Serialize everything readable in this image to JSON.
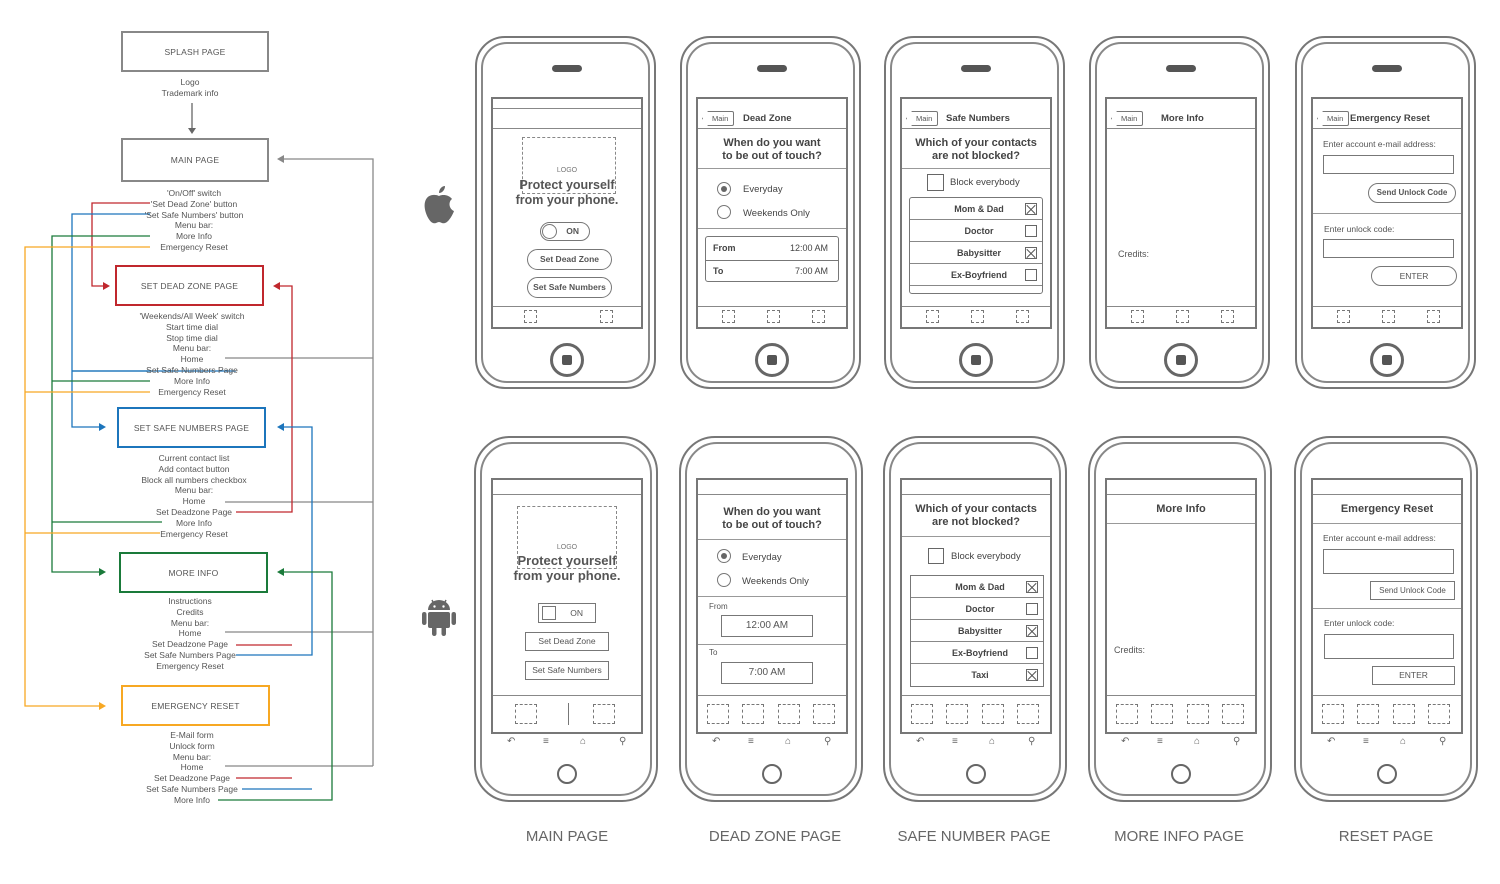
{
  "flow": {
    "splash": {
      "title": "SPLASH PAGE",
      "notes": [
        "Logo",
        "Trademark info"
      ]
    },
    "main": {
      "title": "MAIN PAGE",
      "notes": [
        "'On/Off' switch",
        "'Set Dead Zone' button",
        "'Set Safe Numbers' button",
        "Menu bar:",
        "More Info",
        "Emergency Reset"
      ]
    },
    "deadzone": {
      "title": "SET DEAD ZONE PAGE",
      "notes": [
        "'Weekends/All Week' switch",
        "Start time dial",
        "Stop time dial",
        "Menu bar:",
        "Home",
        "Set Safe Numbers Page",
        "More Info",
        "Emergency Reset"
      ]
    },
    "safenumbers": {
      "title": "SET SAFE NUMBERS PAGE",
      "notes": [
        "Current contact list",
        "Add contact button",
        "Block all numbers checkbox",
        "Menu bar:",
        "Home",
        "Set Deadzone Page",
        "More Info",
        "Emergency Reset"
      ]
    },
    "moreinfo": {
      "title": "MORE INFO",
      "notes": [
        "Instructions",
        "Credits",
        "Menu bar:",
        "Home",
        "Set Deadzone Page",
        "Set Safe Numbers Page",
        "Emergency Reset"
      ]
    },
    "emergency": {
      "title": "EMERGENCY RESET",
      "notes": [
        "E-Mail form",
        "Unlock form",
        "Menu bar:",
        "Home",
        "Set Deadzone Page",
        "Set Safe Numbers Page",
        "More Info"
      ]
    },
    "colors": {
      "red": "#c0272d",
      "blue": "#1c75bc",
      "green": "#1a7a3a",
      "orange": "#f7a823",
      "gray": "#888888"
    }
  },
  "platform_icons": {
    "ios": "apple-icon",
    "android": "android-icon"
  },
  "screens": {
    "main": {
      "logo": "LOGO",
      "protect_line1": "Protect yourself",
      "protect_line2": "from your phone.",
      "switch_label": "ON",
      "dead_zone_button": "Set Dead Zone",
      "safe_numbers_button": "Set Safe Numbers"
    },
    "deadzone": {
      "back": "Main",
      "title": "Dead Zone",
      "question_line1": "When do you want",
      "question_line2": "to be out of touch?",
      "option_everyday": "Everyday",
      "option_weekends": "Weekends Only",
      "from_label": "From",
      "from_time": "12:00 AM",
      "to_label": "To",
      "to_time": "7:00 AM"
    },
    "safe": {
      "back": "Main",
      "title": "Safe Numbers",
      "question_line1": "Which of your contacts",
      "question_line2": "are not blocked?",
      "block_all": "Block everybody",
      "ios_contacts": [
        {
          "name": "Mom & Dad",
          "checked": true
        },
        {
          "name": "Doctor",
          "checked": false
        },
        {
          "name": "Babysitter",
          "checked": true
        },
        {
          "name": "Ex-Boyfriend",
          "checked": false
        }
      ],
      "android_contacts": [
        {
          "name": "Mom & Dad",
          "checked": true
        },
        {
          "name": "Doctor",
          "checked": false
        },
        {
          "name": "Babysitter",
          "checked": true
        },
        {
          "name": "Ex-Boyfriend",
          "checked": false
        },
        {
          "name": "Taxi",
          "checked": true
        }
      ]
    },
    "moreinfo": {
      "back": "Main",
      "title": "More Info",
      "credits": "Credits:"
    },
    "reset": {
      "back": "Main",
      "title": "Emergency Reset",
      "email_label": "Enter account e-mail address:",
      "send_button": "Send Unlock Code",
      "unlock_label": "Enter unlock code:",
      "enter_button": "ENTER"
    }
  },
  "bottom_labels": [
    "MAIN PAGE",
    "DEAD ZONE PAGE",
    "SAFE NUMBER PAGE",
    "MORE INFO PAGE",
    "RESET PAGE"
  ]
}
